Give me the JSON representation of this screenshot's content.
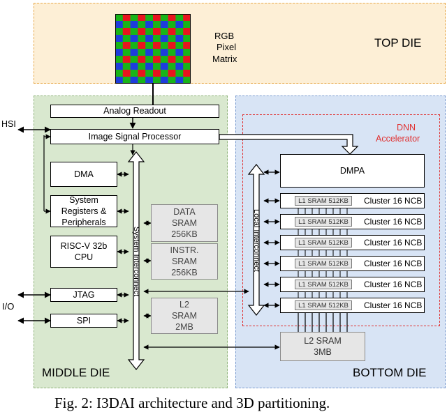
{
  "dies": {
    "top": "TOP DIE",
    "middle": "MIDDLE DIE",
    "bottom": "BOTTOM DIE"
  },
  "pixel_matrix_label": [
    "RGB",
    "Pixel",
    "Matrix"
  ],
  "blocks": {
    "analog_readout": "Analog Readout",
    "isp": "Image Signal Processor",
    "dma": "DMA",
    "sys_regs": [
      "System",
      "Registers &",
      "Peripherals"
    ],
    "cpu": [
      "RISC-V 32b",
      "CPU"
    ],
    "jtag": "JTAG",
    "spi": "SPI",
    "data_sram": [
      "DATA",
      "SRAM",
      "256KB"
    ],
    "instr_sram": [
      "INSTR.",
      "SRAM",
      "256KB"
    ],
    "l2_sram_mid": [
      "L2",
      "SRAM",
      "2MB"
    ],
    "system_interconnect": "System Interconnect",
    "local_interconnect": "Local Interconnect",
    "dmpa": "DMPA",
    "l2_sram_bottom": [
      "L2 SRAM",
      "3MB"
    ]
  },
  "dnn_label": [
    "DNN",
    "Accelerator"
  ],
  "ncb_rows": [
    {
      "sram": "L1 SRAM 512KB",
      "label": "Cluster 16 NCB"
    },
    {
      "sram": "L1 SRAM 512KB",
      "label": "Cluster 16 NCB"
    },
    {
      "sram": "L1 SRAM 512KB",
      "label": "Cluster 16 NCB"
    },
    {
      "sram": "L1 SRAM 512KB",
      "label": "Cluster 16 NCB"
    },
    {
      "sram": "L1 SRAM 512KB",
      "label": "Cluster 16 NCB"
    },
    {
      "sram": "L1 SRAM 512KB",
      "label": "Cluster 16 NCB"
    }
  ],
  "io": {
    "hsi": "HSI",
    "io": "I/O"
  },
  "caption": "Fig. 2: I3DAI architecture and 3D partitioning.",
  "colors": {
    "red": "#e8141e",
    "green": "#18b418",
    "blue": "#1e3cdc",
    "dnn_label": "#e03030"
  }
}
